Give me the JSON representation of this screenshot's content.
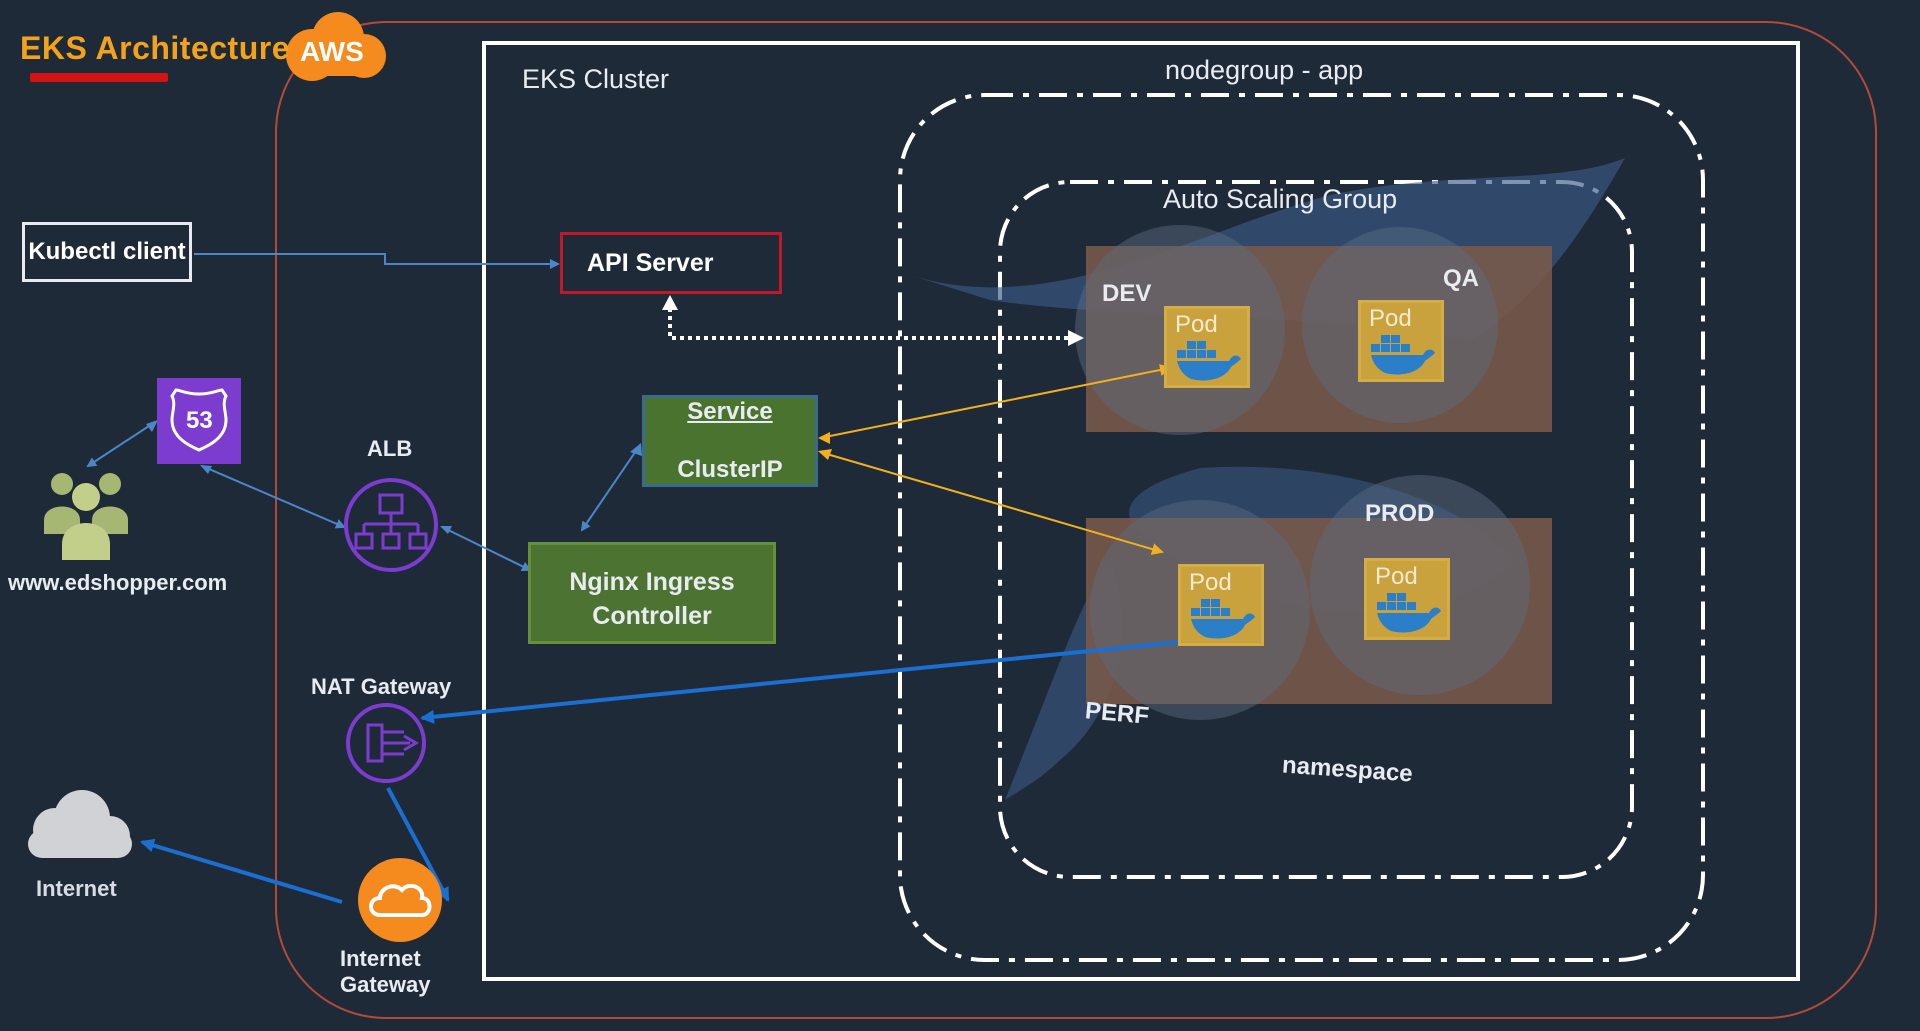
{
  "title": {
    "text": "EKS  Architecture",
    "badge": "AWS"
  },
  "cluster": {
    "label": "EKS Cluster",
    "nodegroup_label": "nodegroup - app",
    "asg_label": "Auto Scaling Group"
  },
  "components": {
    "kubectl": "Kubectl client",
    "api_server": "API Server",
    "service_title": "Service",
    "service_type": "ClusterIP",
    "nginx_line1": "Nginx Ingress",
    "nginx_line2": "Controller",
    "alb": "ALB",
    "nat_gateway": "NAT Gateway",
    "internet": "Internet",
    "internet_gateway_line1": "Internet",
    "internet_gateway_line2": "Gateway",
    "route53_number": "53",
    "users_domain": "www.edshopper.com"
  },
  "namespaces": {
    "dev": "DEV",
    "qa": "QA",
    "prod": "PROD",
    "perf": "PERF",
    "caption": "namespace"
  },
  "pods": {
    "label": "Pod"
  },
  "colors": {
    "background": "#1f2a39",
    "title": "#f4a21a",
    "aws_orange": "#f58a1f",
    "api_border": "#c0172a",
    "service_fill": "#4b7330",
    "nginx_fill": "#4c7331",
    "pod_fill": "#c9a23e",
    "namespace_fill": "#7a5a4a",
    "purple_icon": "#7b3ccf",
    "arrow_yellow": "#f2b01e",
    "arrow_blue": "#1a6fd1"
  }
}
